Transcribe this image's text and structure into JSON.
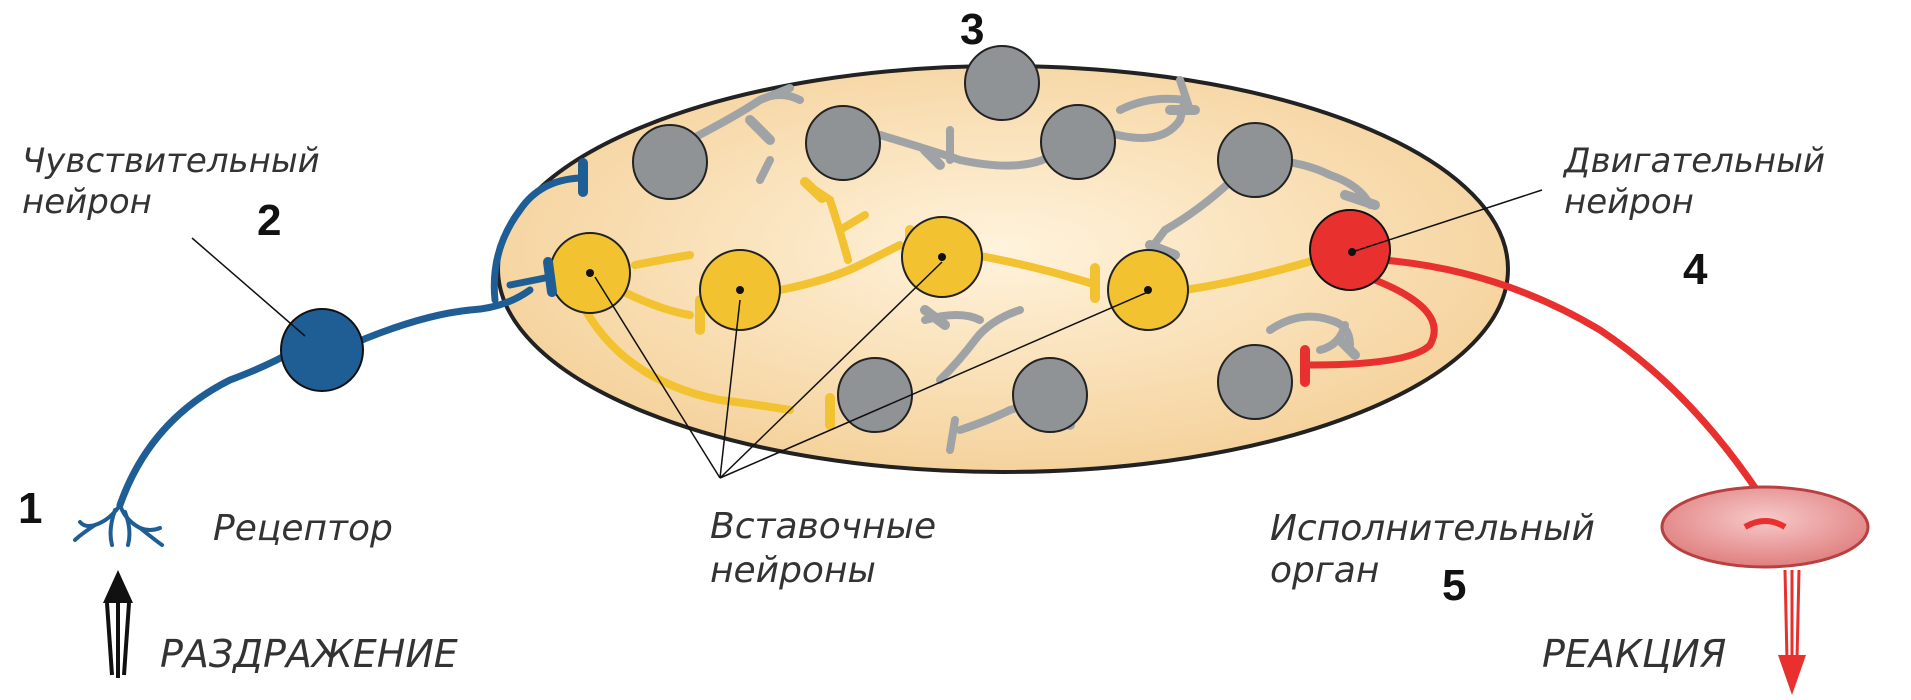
{
  "diagram": {
    "numbers": {
      "n1": "1",
      "n2": "2",
      "n3": "3",
      "n4": "4",
      "n5": "5"
    },
    "labels": {
      "sensory_line1": "Чувствительный",
      "sensory_line2": "нейрон",
      "motor_line1": "Двигательный",
      "motor_line2": "нейрон",
      "receptor": "Рецептор",
      "inter_line1": "Вставочные",
      "inter_line2": "нейроны",
      "effector_line1": "Исполнительный",
      "effector_line2": "орган",
      "stimulus": "РАЗДРАЖЕНИЕ",
      "reaction": "РЕАКЦИЯ"
    },
    "colors": {
      "sensory": "#1f5d95",
      "interneuron": "#f2c230",
      "motor": "#e8312f",
      "inactive": "#8f9396",
      "cns_fill": "#f8dcae",
      "effector": "#e88a8a"
    }
  }
}
